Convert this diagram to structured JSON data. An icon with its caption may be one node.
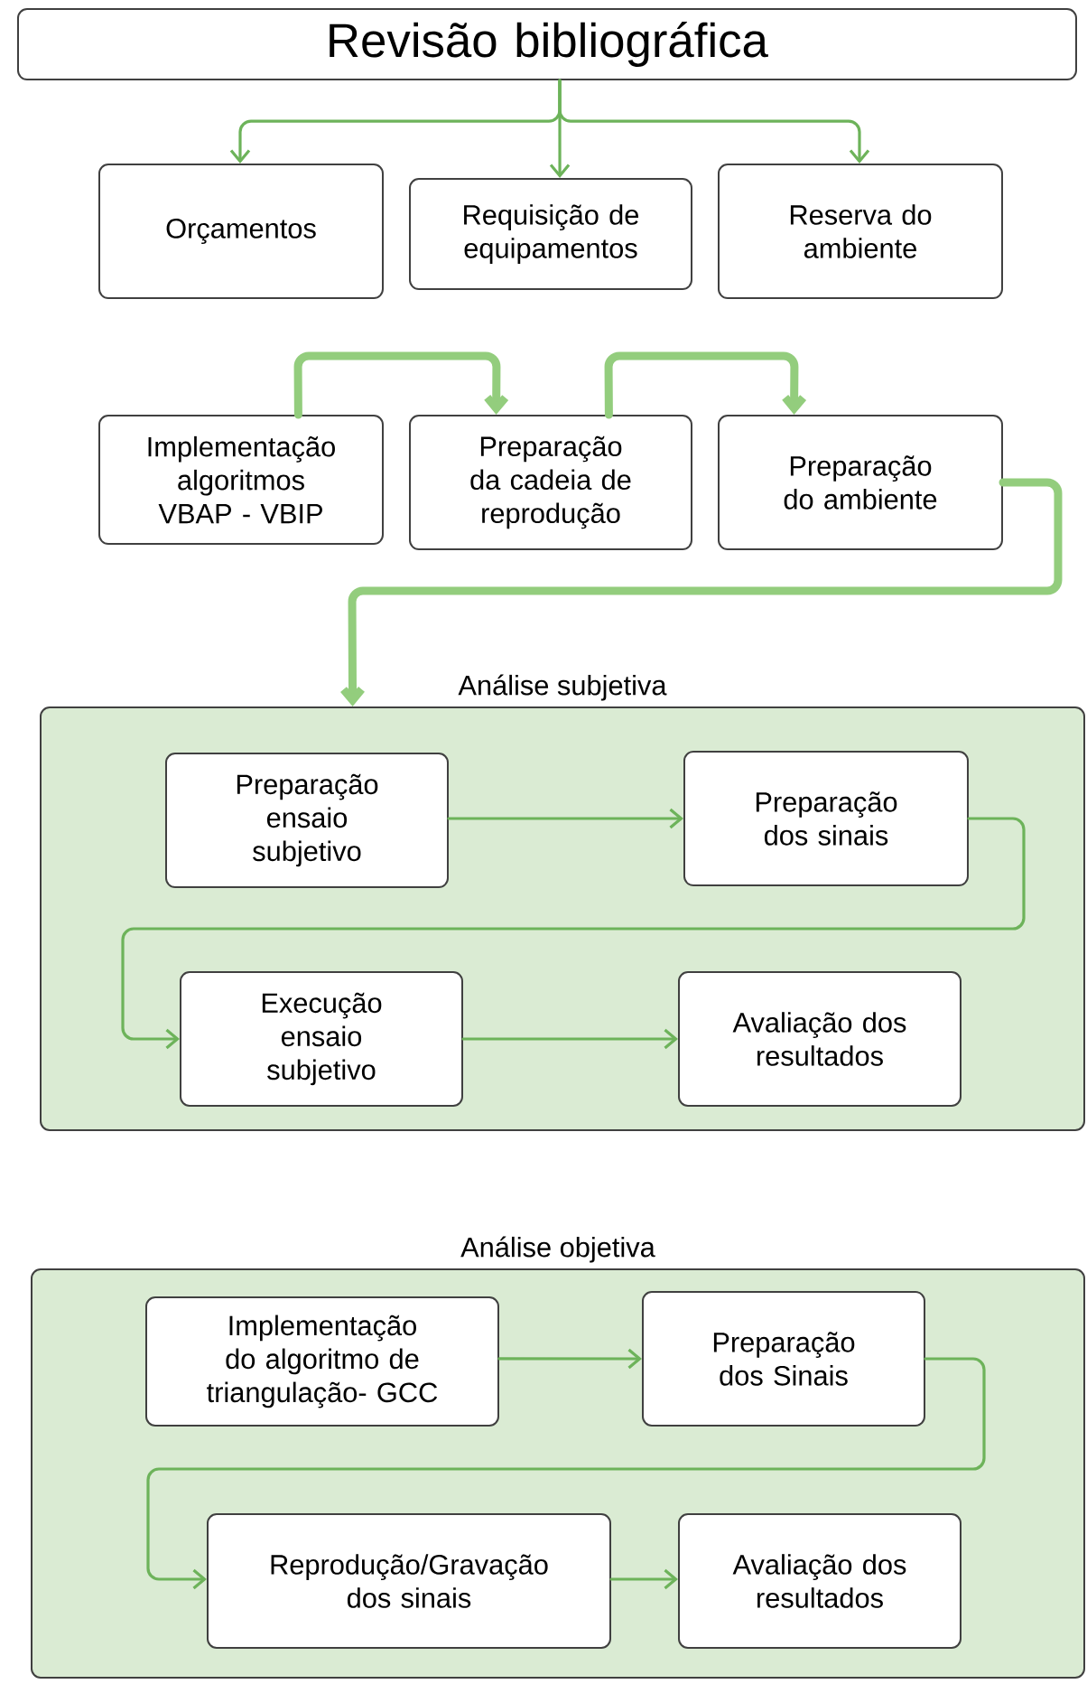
{
  "diagram": {
    "nodes": [
      {
        "text": [
          "Revisão bibliográfica"
        ]
      },
      {
        "text": [
          "Orçamentos"
        ]
      },
      {
        "text": [
          "Requisição de equipamentos"
        ]
      },
      {
        "text": [
          "Reserva do ambiente"
        ]
      },
      {
        "text": [
          "Implementação algoritmos VBAP - VBIP"
        ]
      },
      {
        "text": [
          "Preparação da cadeia de reprodução"
        ]
      },
      {
        "text": [
          "Preparação do ambiente"
        ]
      },
      {
        "text": [
          "Análise subjetiva"
        ]
      },
      {
        "text": [
          "Preparação ensaio subjetivo"
        ],
        "in": 7
      },
      {
        "text": [
          "Preparação dos sinais"
        ],
        "in": 7
      },
      {
        "text": [
          "Execução ensaio subjetivo"
        ],
        "in": 7
      },
      {
        "text": [
          "Avaliação dos resultados"
        ],
        "in": 7
      },
      {
        "text": [
          "Análise objetiva"
        ]
      },
      {
        "text": [
          "Implementação do algoritmo de triangulação- GCC"
        ],
        "in": 12
      },
      {
        "text": [
          "Preparação dos Sinais"
        ],
        "in": 12
      },
      {
        "text": [
          "Reprodução/Gravação dos sinais"
        ],
        "in": 12
      },
      {
        "text": [
          "Avaliação dos resultados"
        ],
        "in": 12
      }
    ],
    "edges": [
      {
        "from": 0,
        "to": 1,
        "arrow": "to"
      },
      {
        "from": 0,
        "to": 2,
        "arrow": "to"
      },
      {
        "from": 0,
        "to": 3,
        "arrow": "to"
      },
      {
        "from": 4,
        "to": 5,
        "arrow": "to",
        "style": "thick",
        "color": "#93cd7d"
      },
      {
        "from": 5,
        "to": 6,
        "arrow": "to",
        "style": "thick",
        "color": "#93cd7d"
      },
      {
        "from": 6,
        "to": 7,
        "arrow": "to",
        "style": "thick",
        "color": "#93cd7d"
      },
      {
        "from": 8,
        "to": 9,
        "arrow": "to"
      },
      {
        "from": 9,
        "to": 10,
        "arrow": "to"
      },
      {
        "from": 10,
        "to": 11,
        "arrow": "to"
      },
      {
        "from": 13,
        "to": 14,
        "arrow": "to"
      },
      {
        "from": 14,
        "to": 15,
        "arrow": "to"
      },
      {
        "from": 15,
        "to": 16,
        "arrow": "to"
      }
    ]
  }
}
